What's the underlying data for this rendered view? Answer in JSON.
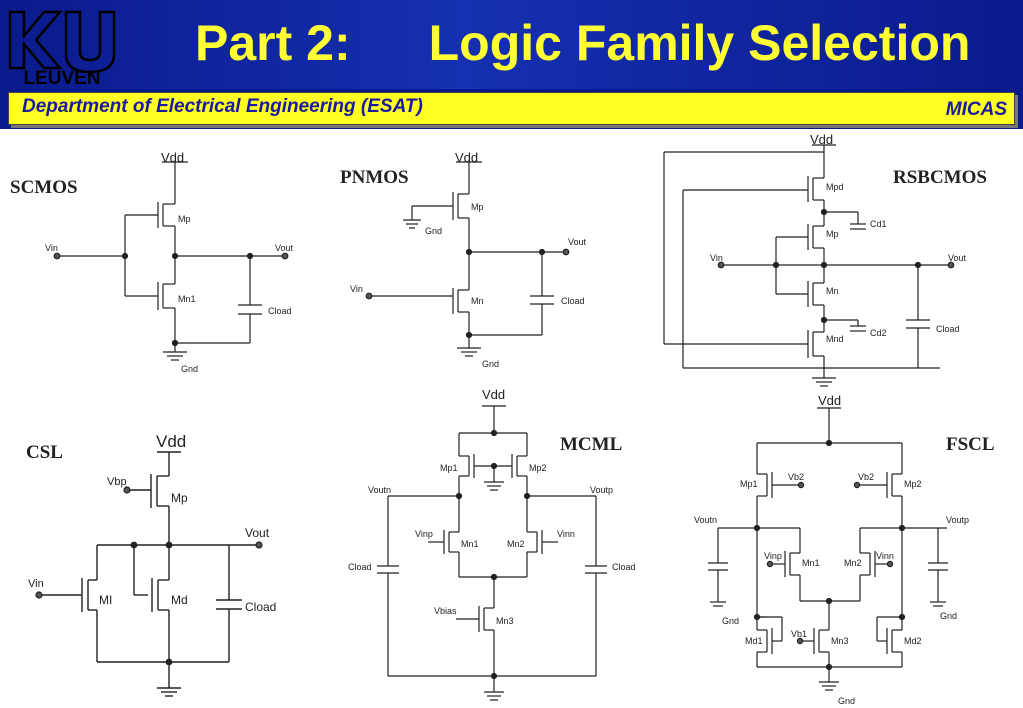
{
  "header": {
    "logo_text": "LEUVEN",
    "title_part": "Part 2:",
    "title_topic": "Logic Family Selection",
    "department": "Department of Electrical Engineering (ESAT)",
    "group": "MICAS"
  },
  "circuits": {
    "scmos": {
      "name": "SCMOS",
      "vdd": "Vdd",
      "gnd": "Gnd",
      "vin": "Vin",
      "vout": "Vout",
      "mp": "Mp",
      "mn": "Mn1",
      "cload": "Cload"
    },
    "pnmos": {
      "name": "PNMOS",
      "vdd": "Vdd",
      "gnd1": "Gnd",
      "gnd2": "Gnd",
      "vin": "Vin",
      "vout": "Vout",
      "mp": "Mp",
      "mn": "Mn",
      "cload": "Cload"
    },
    "rsbcmos": {
      "name": "RSBCMOS",
      "vdd": "Vdd",
      "vin": "Vin",
      "vout": "Vout",
      "mpd": "Mpd",
      "mp": "Mp",
      "mn": "Mn",
      "mnd": "Mnd",
      "cd1": "Cd1",
      "cd2": "Cd2",
      "cload": "Cload"
    },
    "csl": {
      "name": "CSL",
      "vdd": "Vdd",
      "vbp": "Vbp",
      "mp": "Mp",
      "vout": "Vout",
      "vin": "Vin",
      "mi": "MI",
      "md": "Md",
      "cload": "Cload"
    },
    "mcml": {
      "name": "MCML",
      "vdd": "Vdd",
      "mp1": "Mp1",
      "mp2": "Mp2",
      "voutn": "Voutn",
      "voutp": "Voutp",
      "vinp": "Vinp",
      "vinn": "Vinn",
      "mn1": "Mn1",
      "mn2": "Mn2",
      "cload_l": "Cload",
      "cload_r": "Cload",
      "vbias": "Vbias",
      "mn3": "Mn3"
    },
    "fscl": {
      "name": "FSCL",
      "vdd": "Vdd",
      "mp1": "Mp1",
      "vb2_l": "Vb2",
      "vb2_r": "Vb2",
      "mp2": "Mp2",
      "voutn": "Voutn",
      "voutp": "Voutp",
      "vinp": "Vinp",
      "vinn": "Vinn",
      "mn1": "Mn1",
      "mn2": "Mn2",
      "gnd_l": "Gnd",
      "gnd_r": "Gnd",
      "md1": "Md1",
      "vb1": "Vb1",
      "mn3": "Mn3",
      "md2": "Md2",
      "gnd": "Gnd"
    }
  }
}
